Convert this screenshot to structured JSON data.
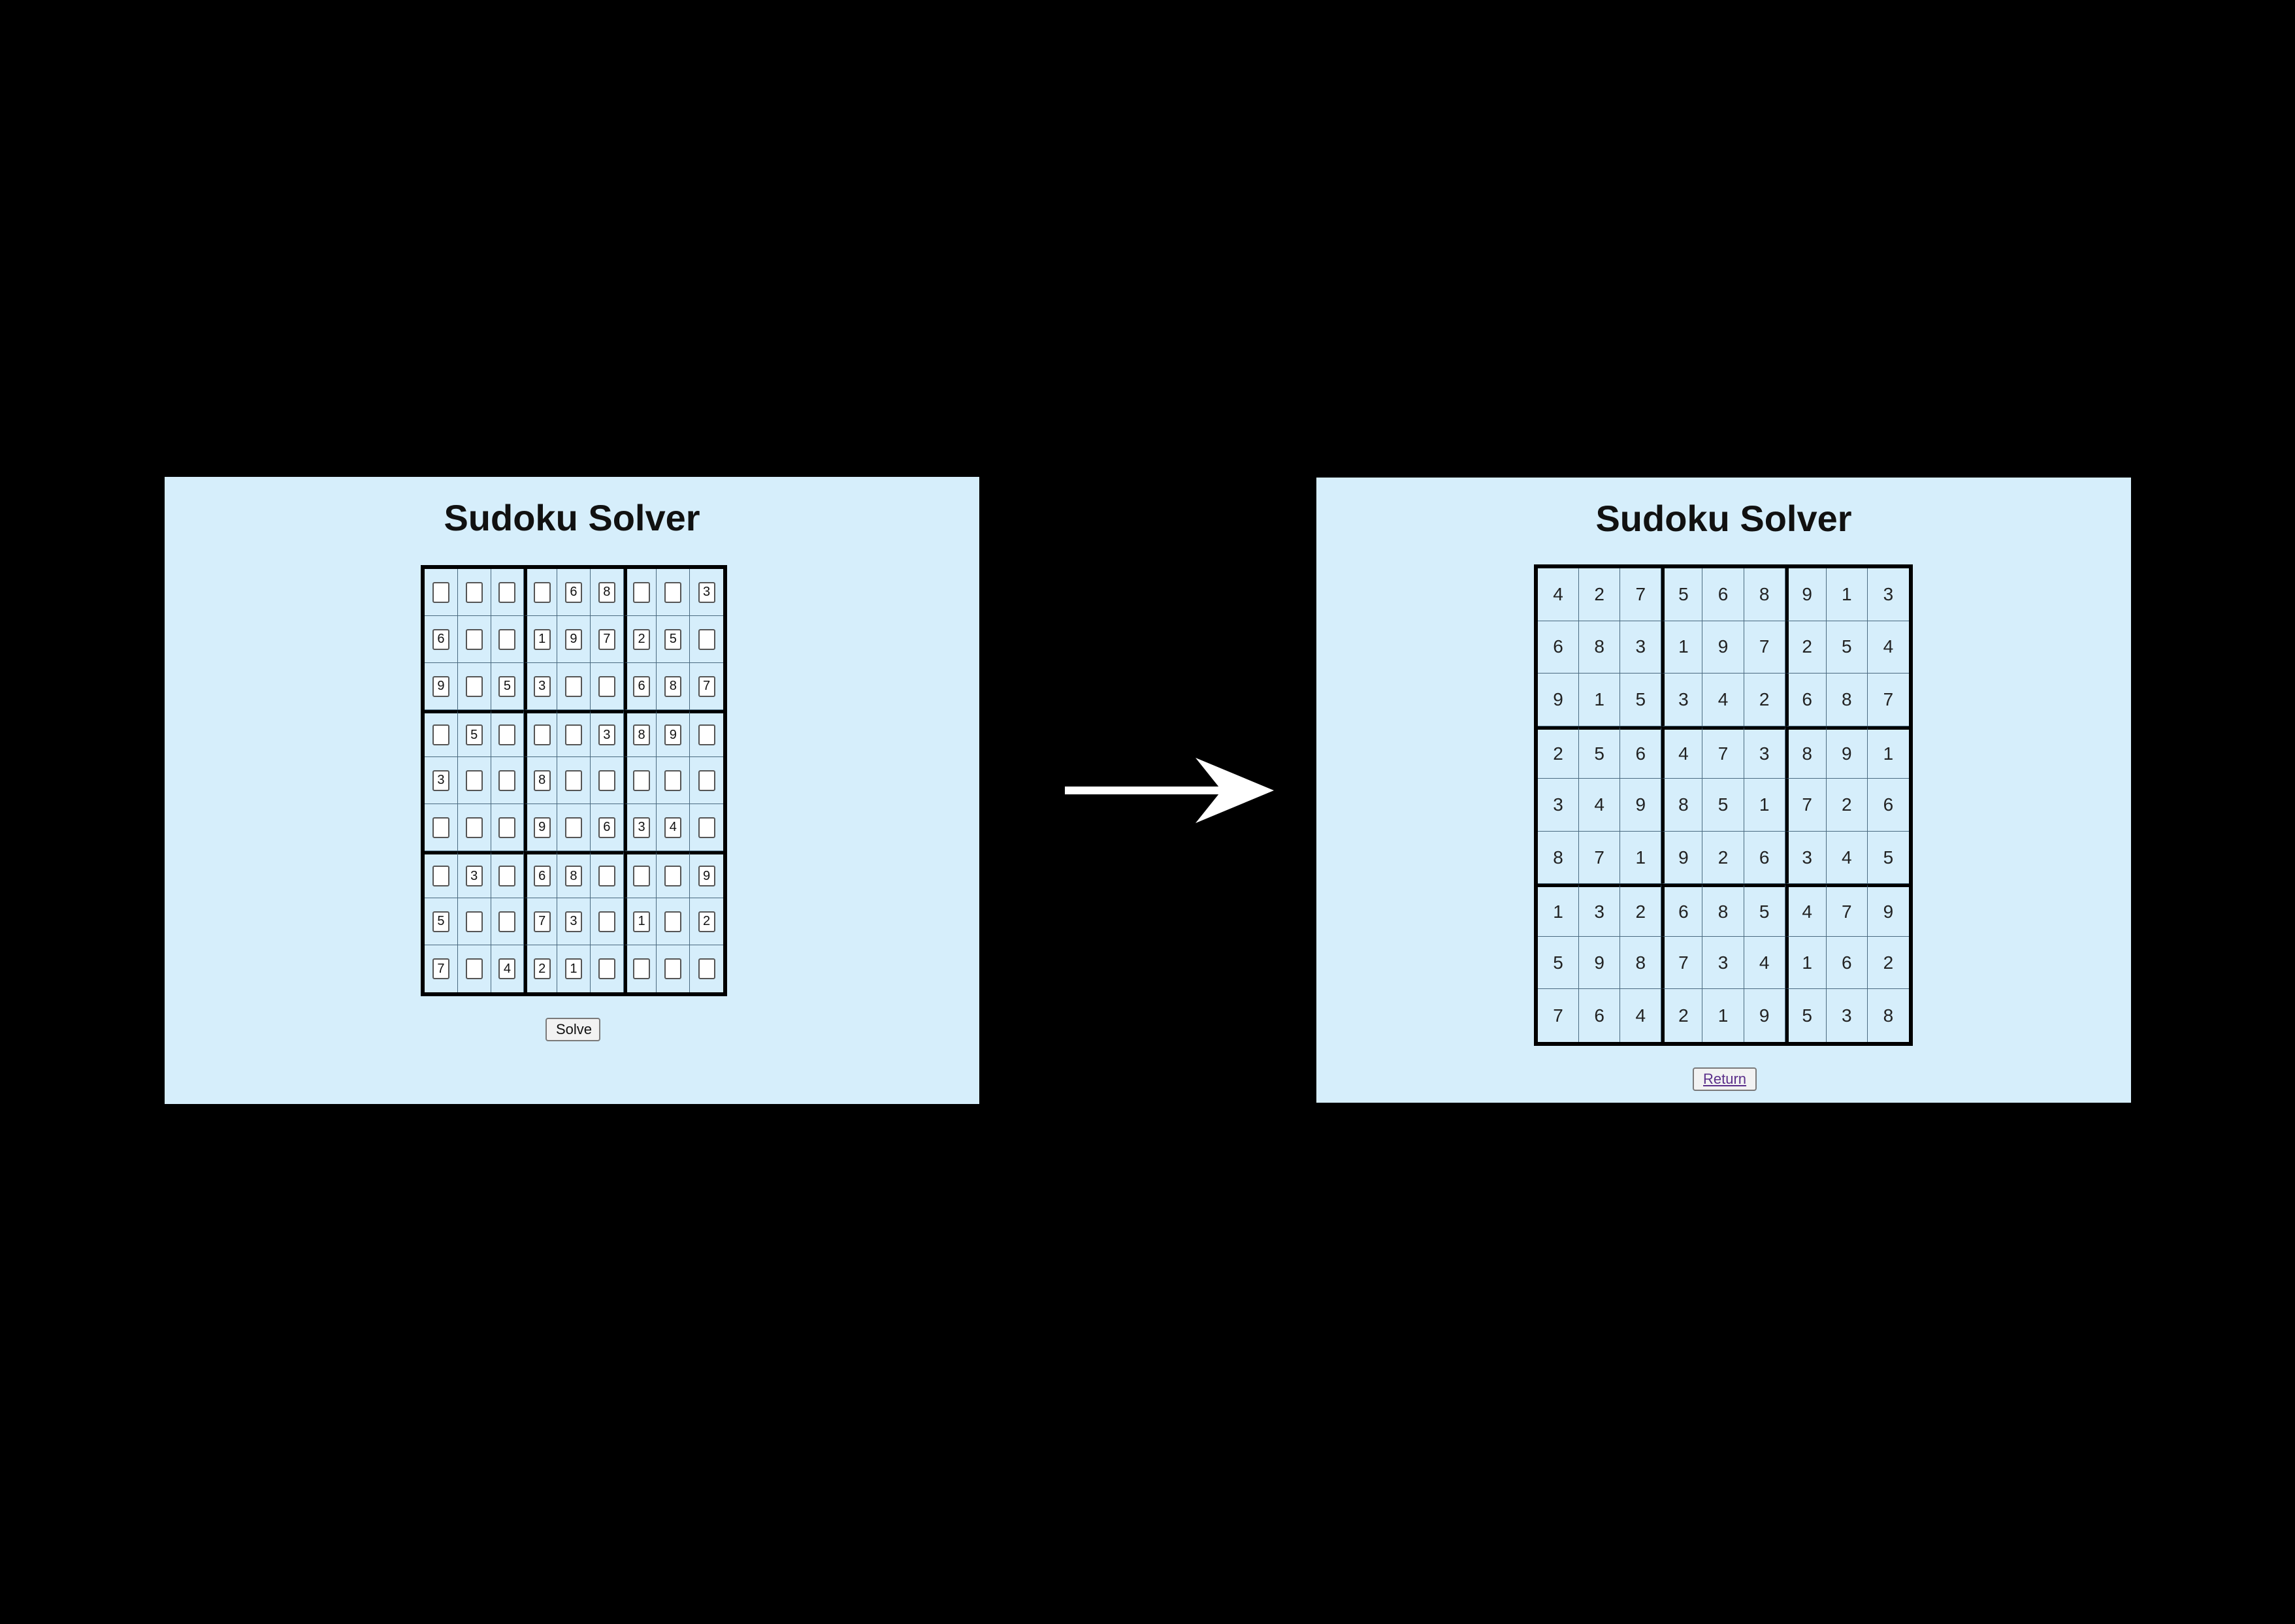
{
  "left_panel": {
    "title": "Sudoku Solver",
    "solve_label": "Solve",
    "grid": [
      [
        "",
        "",
        "",
        "",
        "6",
        "8",
        "",
        "",
        "3"
      ],
      [
        "6",
        "",
        "",
        "1",
        "9",
        "7",
        "2",
        "5",
        ""
      ],
      [
        "9",
        "",
        "5",
        "3",
        "",
        "",
        "6",
        "8",
        "7"
      ],
      [
        "",
        "5",
        "",
        "",
        "",
        "3",
        "8",
        "9",
        ""
      ],
      [
        "3",
        "",
        "",
        "8",
        "",
        "",
        "",
        "",
        ""
      ],
      [
        "",
        "",
        "",
        "9",
        "",
        "6",
        "3",
        "4",
        ""
      ],
      [
        "",
        "3",
        "",
        "6",
        "8",
        "",
        "",
        "",
        "9"
      ],
      [
        "5",
        "",
        "",
        "7",
        "3",
        "",
        "1",
        "",
        "2"
      ],
      [
        "7",
        "",
        "4",
        "2",
        "1",
        "",
        "",
        "",
        ""
      ]
    ]
  },
  "right_panel": {
    "title": "Sudoku Solver",
    "return_label": "Return",
    "grid": [
      [
        "4",
        "2",
        "7",
        "5",
        "6",
        "8",
        "9",
        "1",
        "3"
      ],
      [
        "6",
        "8",
        "3",
        "1",
        "9",
        "7",
        "2",
        "5",
        "4"
      ],
      [
        "9",
        "1",
        "5",
        "3",
        "4",
        "2",
        "6",
        "8",
        "7"
      ],
      [
        "2",
        "5",
        "6",
        "4",
        "7",
        "3",
        "8",
        "9",
        "1"
      ],
      [
        "3",
        "4",
        "9",
        "8",
        "5",
        "1",
        "7",
        "2",
        "6"
      ],
      [
        "8",
        "7",
        "1",
        "9",
        "2",
        "6",
        "3",
        "4",
        "5"
      ],
      [
        "1",
        "3",
        "2",
        "6",
        "8",
        "5",
        "4",
        "7",
        "9"
      ],
      [
        "5",
        "9",
        "8",
        "7",
        "3",
        "4",
        "1",
        "6",
        "2"
      ],
      [
        "7",
        "6",
        "4",
        "2",
        "1",
        "9",
        "5",
        "3",
        "8"
      ]
    ]
  },
  "colors": {
    "page_background": "#000000",
    "panel_background": "#d6eefb",
    "arrow": "#ffffff"
  },
  "icons": {
    "transition_arrow": "arrow-right-icon"
  }
}
